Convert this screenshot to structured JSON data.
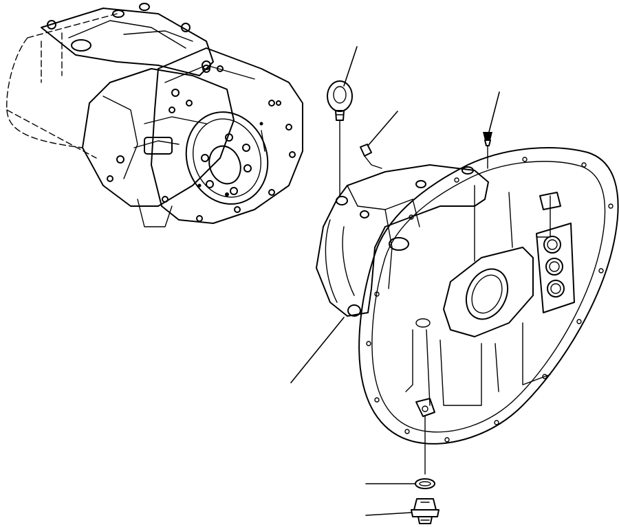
{
  "diagram": {
    "kind": "exploded parts view",
    "line_color": "#000000",
    "background": "#ffffff",
    "parts": [
      {
        "id": "pump-assembly",
        "role": "reference assembly, dashed outline"
      },
      {
        "id": "flywheel-housing",
        "role": "main housing"
      },
      {
        "id": "eye-bolt",
        "role": "lifting eye"
      },
      {
        "id": "plug-small",
        "role": "small plug"
      },
      {
        "id": "breather-plug",
        "role": "top plug"
      },
      {
        "id": "o-ring",
        "role": "seal"
      },
      {
        "id": "drain-plug",
        "role": "drain plug"
      }
    ],
    "leader_lines": [
      {
        "id": "leader-eye-bolt"
      },
      {
        "id": "leader-plug-small"
      },
      {
        "id": "leader-breather-plug"
      },
      {
        "id": "leader-housing"
      },
      {
        "id": "leader-o-ring"
      },
      {
        "id": "leader-drain-plug"
      }
    ]
  }
}
